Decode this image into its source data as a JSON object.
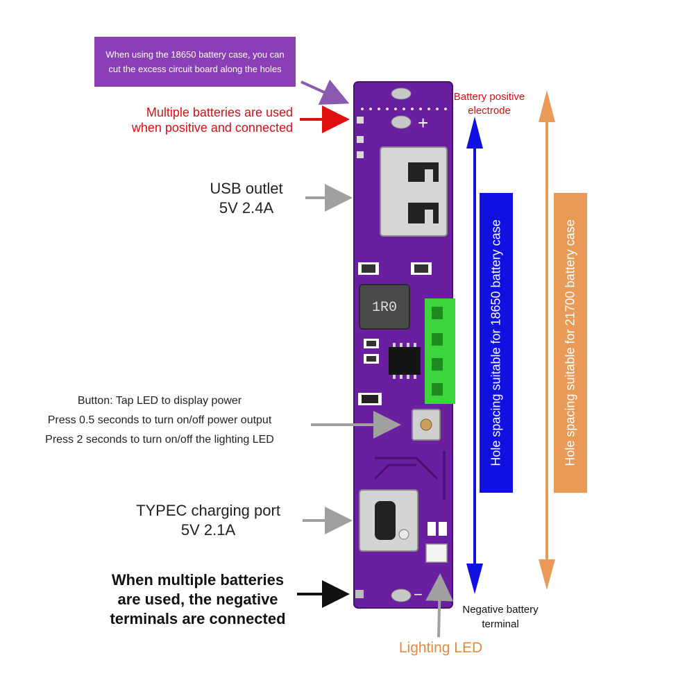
{
  "notes": {
    "cut_note": [
      "When using the 18650 battery case, you can",
      "cut the excess circuit board along the holes"
    ],
    "positive_connect": [
      "Multiple batteries are used",
      "when positive and connected"
    ],
    "usb": [
      "USB outlet",
      "5V 2.4A"
    ],
    "button": [
      "Button: Tap LED to display power",
      "Press 0.5 seconds to turn on/off power output",
      "Press 2 seconds to turn on/off the lighting LED"
    ],
    "typec": [
      "TYPEC charging port",
      "5V 2.1A"
    ],
    "negative_connect": [
      "When multiple batteries",
      "are used, the negative",
      "terminals are connected"
    ],
    "battery_positive": [
      "Battery positive",
      "electrode"
    ],
    "negative_terminal": [
      "Negative battery",
      "terminal"
    ],
    "lighting_led": "Lighting LED",
    "hole_18650": "Hole spacing suitable for 18650 battery case",
    "hole_21700": "Hole spacing suitable for 21700 battery case"
  },
  "board": {
    "inductor_label": "1R0",
    "plus_sign": "+",
    "minus_sign": "−"
  },
  "colors": {
    "pcb": "#6a1fa0",
    "blue_arrow": "#1010e0",
    "orange_arrow": "#e99a57",
    "red_note": "#d81010",
    "led_green": "#3ed43e",
    "purple_box": "#8a3fb6"
  }
}
